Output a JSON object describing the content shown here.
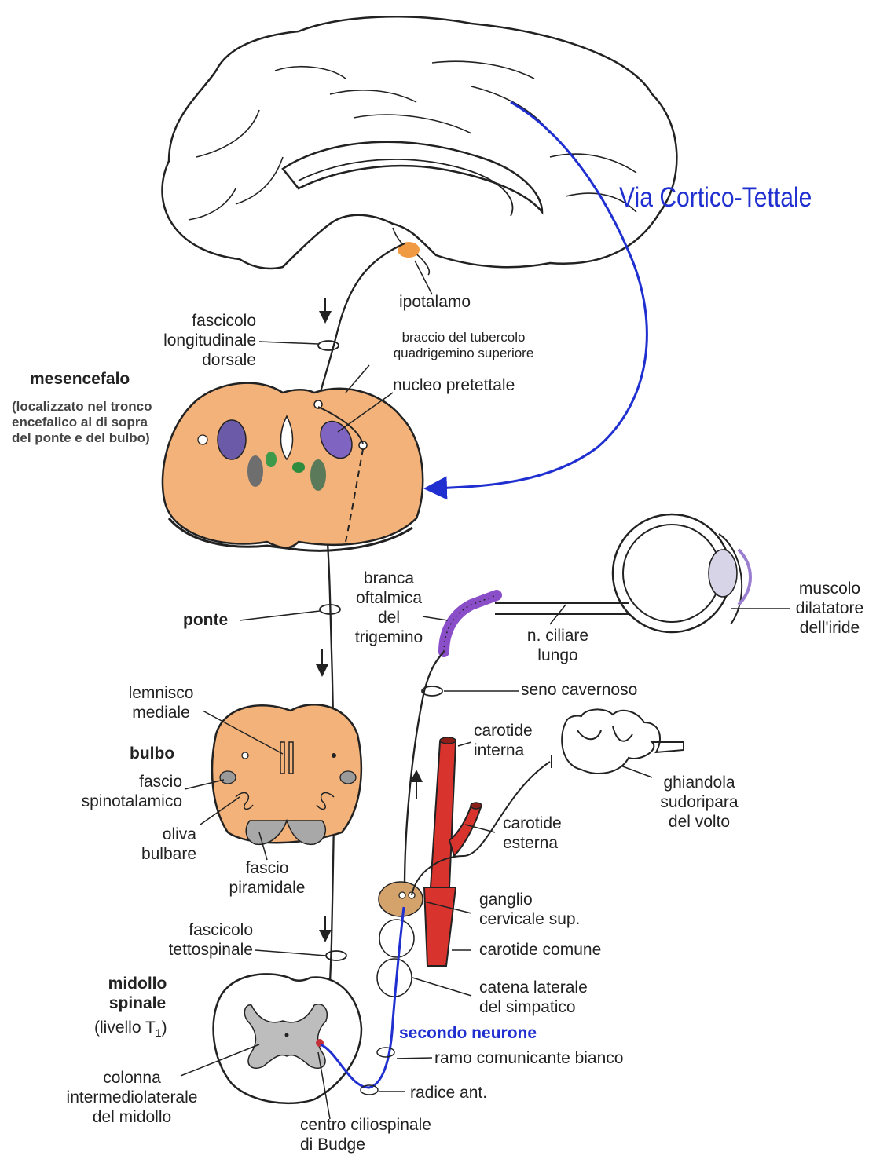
{
  "title": "Via Cortico-Tettale",
  "labels": {
    "ipotalamo": "ipotalamo",
    "fascicolo_long": [
      "fascicolo",
      "longitudinale",
      "dorsale"
    ],
    "braccio": [
      "braccio del tubercolo",
      "quadrigemino superiore"
    ],
    "nucleo_pretettale": "nucleo pretettale",
    "mesencefalo": "mesencefalo",
    "mesencefalo_note": [
      "(localizzato nel tronco",
      "encefalico al di sopra",
      "del ponte e del bulbo)"
    ],
    "ponte": "ponte",
    "branca": [
      "branca",
      "oftalmica",
      "del",
      "trigemino"
    ],
    "ciliare": [
      "n. ciliare",
      "lungo"
    ],
    "muscolo": [
      "muscolo",
      "dilatatore",
      "dell'iride"
    ],
    "seno": "seno cavernoso",
    "lemnisco": [
      "lemnisco",
      "mediale"
    ],
    "bulbo": "bulbo",
    "spinotalamico": [
      "fascio",
      "spinotalamico"
    ],
    "oliva": [
      "oliva",
      "bulbare"
    ],
    "piramidale": [
      "fascio",
      "piramidale"
    ],
    "carotide_interna": [
      "carotide",
      "interna"
    ],
    "ghiandola": [
      "ghiandola",
      "sudoripara",
      "del volto"
    ],
    "carotide_esterna": [
      "carotide",
      "esterna"
    ],
    "ganglio": [
      "ganglio",
      "cervicale sup."
    ],
    "carotide_comune": "carotide  comune",
    "tettospinale": [
      "fascicolo",
      "tettospinale"
    ],
    "midollo": [
      "midollo",
      "spinale"
    ],
    "livello": "(livello T",
    "livello_sub": "1",
    "livello_end": ")",
    "catena": [
      "catena laterale",
      "del simpatico"
    ],
    "secondo": "secondo neurone",
    "ramo": "ramo comunicante bianco",
    "colonna": [
      "colonna",
      "intermediolaterale",
      "del midollo"
    ],
    "radice": "radice ant.",
    "centro": [
      "centro ciliospinale",
      "di Budge"
    ]
  },
  "colors": {
    "pathway": "#1f2fd0",
    "tissue": "#f2b27a",
    "artery": "#d9332e",
    "nerve_purple": "#8a4fc8",
    "gray_matter": "#bdbdbd"
  }
}
